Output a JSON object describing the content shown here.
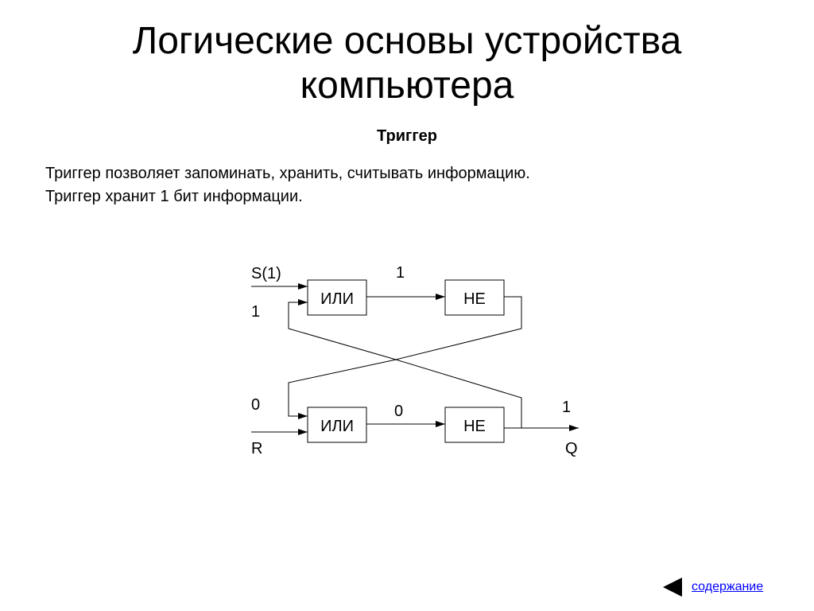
{
  "page": {
    "title_line1": "Логические основы устройства",
    "title_line2": "компьютера",
    "subtitle": "Триггер",
    "paragraph": [
      "Триггер позволяет запоминать, хранить, считывать информацию.",
      "Триггер хранит 1 бит информации."
    ]
  },
  "diagram": {
    "gate_or": "ИЛИ",
    "gate_not": "НЕ",
    "input_s": "S(1)",
    "input_s_value": "1",
    "input_r": "R",
    "input_r_value": "0",
    "top_mid_value": "1",
    "bottom_mid_value": "0",
    "output_q": "Q",
    "output_q_value": "1"
  },
  "nav": {
    "link_label": "содержание",
    "back_icon": "triangle-left-icon"
  }
}
